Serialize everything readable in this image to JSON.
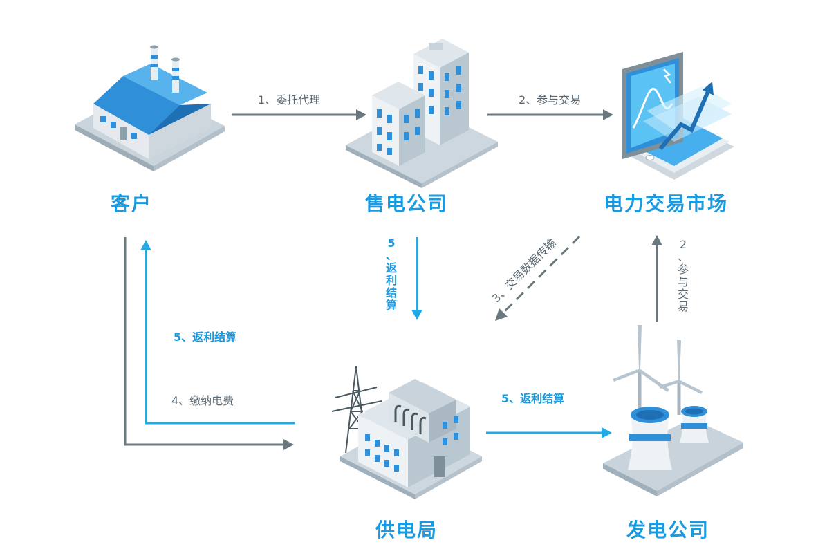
{
  "colors": {
    "accent": "#1a9ae0",
    "gray_arrow": "#6a7880",
    "blue_arrow": "#22aae6"
  },
  "nodes": {
    "customer": "客户",
    "retailer": "售电公司",
    "market": "电力交易市场",
    "grid": "供电局",
    "generator": "发电公司"
  },
  "edges": {
    "delegate": "1、委托代理",
    "participate_top": "2、参与交易",
    "participate_right": "2、参与交易",
    "data_transfer": "3、交易数据传输",
    "pay_bill": "4、缴纳电费",
    "rebate_left": "5、返利结算",
    "rebate_center": "5、返利结算",
    "rebate_bottom": "5、返利结算"
  },
  "icons": {
    "customer": "factory-icon",
    "retailer": "office-building-icon",
    "market": "trading-tablet-icon",
    "grid": "power-substation-icon",
    "generator": "power-plant-icon"
  }
}
